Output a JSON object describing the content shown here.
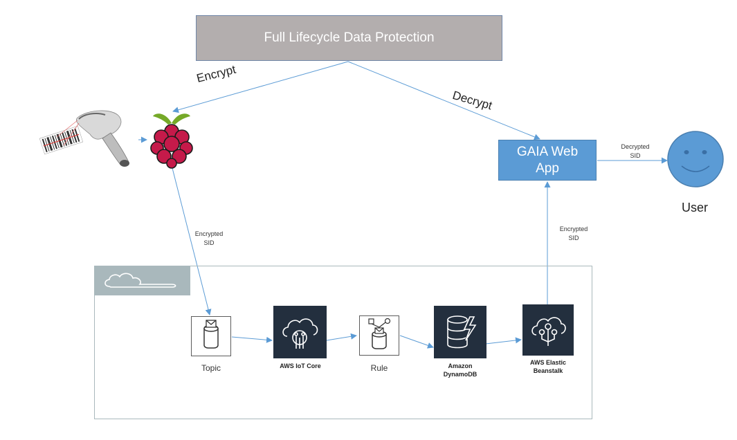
{
  "title": "Full Lifecycle Data Protection",
  "edges": {
    "encrypt": "Encrypt",
    "decrypt": "Decrypt",
    "encrypted_sid_left": [
      "Encrypted",
      "SID"
    ],
    "encrypted_sid_right": [
      "Encrypted",
      "SID"
    ],
    "decrypted_sid": [
      "Decrypted",
      "SID"
    ]
  },
  "gaia": [
    "GAIA Web",
    "App"
  ],
  "user": {
    "label": "User"
  },
  "services": {
    "topic": "Topic",
    "iot_core": "AWS IoT Core",
    "rule": "Rule",
    "dynamodb": [
      "Amazon",
      "DynamoDB"
    ],
    "beanstalk": [
      "AWS Elastic",
      "Beanstalk"
    ]
  },
  "icons": {
    "scanner": "barcode-scanner-icon",
    "raspberry_pi": "raspberry-pi-icon",
    "user": "smiley-face-icon",
    "cloud": "cloud-icon"
  },
  "colors": {
    "arrow": "#5b9bd5",
    "title_box": "#b3aeae",
    "gaia_box": "#5b9bd5",
    "aws_tile": "#232f3e",
    "raspberry": "#c51a4a",
    "leaf": "#75a928"
  }
}
